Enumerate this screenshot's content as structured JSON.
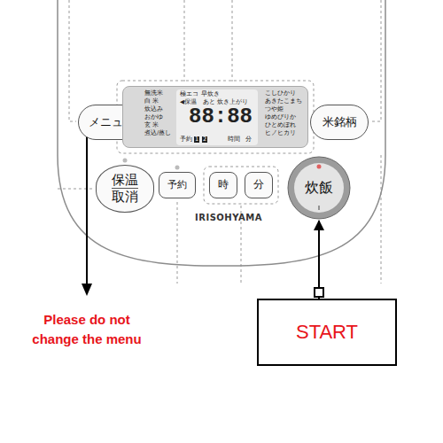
{
  "diagram": {
    "nodes": [
      {
        "text": [
          "IRISOHYAMA"
        ]
      },
      {
        "text": [
          "メニュー"
        ],
        "in": 0
      },
      {
        "text": [
          "無洗米",
          "白 米",
          "炊込み",
          "おかゆ",
          "玄 米",
          "煮込/蒸し",
          "極エコ",
          "早炊き",
          "◀保温",
          "あと",
          "炊き上がり",
          "88:88",
          "予約",
          "1",
          "2",
          "時間",
          "分",
          "こしひかり",
          "あきたこまち",
          "つや姫",
          "ゆめぴりか",
          "ひとめぼれ",
          "ヒノヒカリ"
        ],
        "in": 0
      },
      {
        "text": [
          "米銘柄"
        ],
        "in": 0
      },
      {
        "text": [
          "保温",
          "取消"
        ],
        "in": 0
      },
      {
        "text": [
          "予約"
        ],
        "in": 0
      },
      {
        "text": [
          "時"
        ],
        "in": 0
      },
      {
        "text": [
          "分"
        ],
        "in": 0
      },
      {
        "text": [
          "炊飯"
        ],
        "in": 0
      },
      {
        "text": [
          "START"
        ]
      }
    ],
    "edges": [
      {
        "from": 9,
        "to": 8,
        "arrow": "to"
      }
    ],
    "labels": [
      "Please do not change the menu"
    ]
  }
}
